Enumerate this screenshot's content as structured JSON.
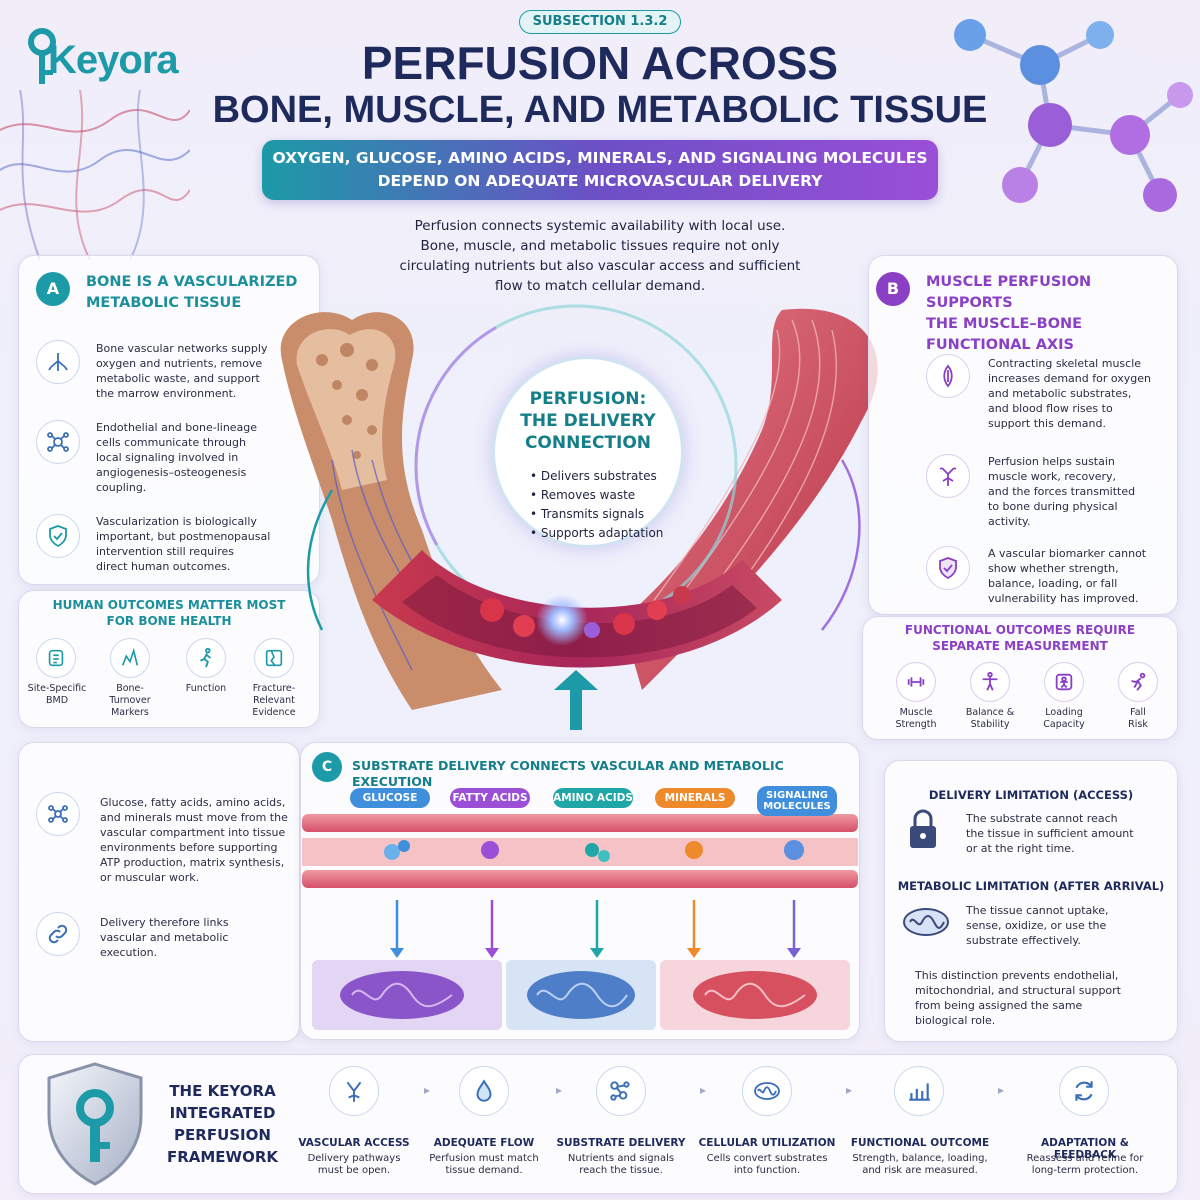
{
  "brand": {
    "name": "Keyora"
  },
  "header": {
    "subsection": "SUBSECTION 1.3.2",
    "title_line1": "PERFUSION ACROSS",
    "title_line2": "BONE, MUSCLE, AND METABOLIC TISSUE",
    "banner_line1": "OXYGEN, GLUCOSE, AMINO ACIDS, MINERALS, AND SIGNALING MOLECULES",
    "banner_line2": "DEPEND ON ADEQUATE MICROVASCULAR DELIVERY",
    "intro_line1": "Perfusion connects systemic availability with local use.",
    "intro_line2": "Bone, muscle, and metabolic tissues require not only",
    "intro_line3": "circulating nutrients but also vascular access and sufficient",
    "intro_line4": "flow to match cellular demand."
  },
  "panel_a": {
    "badge": "A",
    "title_line1": "BONE IS A VASCULARIZED",
    "title_line2": "METABOLIC TISSUE",
    "items": [
      {
        "icon": "vessel-network-icon",
        "lines": [
          "Bone vascular networks supply",
          "oxygen and nutrients, remove",
          "metabolic waste, and support",
          "the marrow environment."
        ]
      },
      {
        "icon": "cell-signaling-icon",
        "lines": [
          "Endothelial and bone-lineage",
          "cells communicate through",
          "local signaling involved in",
          "angiogenesis–osteogenesis",
          "coupling."
        ]
      },
      {
        "icon": "shield-check-icon",
        "lines": [
          "Vascularization is biologically",
          "important, but postmenopausal",
          "intervention still requires",
          "direct human outcomes."
        ]
      }
    ],
    "outcomes_title_line1": "HUMAN OUTCOMES MATTER MOST",
    "outcomes_title_line2": "FOR BONE HEALTH",
    "outcomes": [
      {
        "icon": "bmd-icon",
        "lines": [
          "Site-Specific",
          "BMD"
        ]
      },
      {
        "icon": "marker-icon",
        "lines": [
          "Bone-Turnover",
          "Markers"
        ]
      },
      {
        "icon": "function-icon",
        "lines": [
          "Function"
        ]
      },
      {
        "icon": "fracture-icon",
        "lines": [
          "Fracture-",
          "Relevant",
          "Evidence"
        ]
      }
    ]
  },
  "panel_b": {
    "badge": "B",
    "title_line1": "MUSCLE PERFUSION SUPPORTS",
    "title_line2": "THE MUSCLE–BONE",
    "title_line3": "FUNCTIONAL AXIS",
    "items": [
      {
        "icon": "muscle-icon",
        "lines": [
          "Contracting skeletal muscle",
          "increases demand for oxygen",
          "and metabolic substrates,",
          "and blood flow rises to",
          "support this demand."
        ]
      },
      {
        "icon": "vessel-branch-icon",
        "lines": [
          "Perfusion helps sustain",
          "muscle work, recovery,",
          "and the forces transmitted",
          "to bone during physical",
          "activity."
        ]
      },
      {
        "icon": "shield-check-icon",
        "lines": [
          "A vascular biomarker cannot",
          "show whether strength,",
          "balance, loading, or fall",
          "vulnerability has improved."
        ]
      }
    ],
    "outcomes_title_line1": "FUNCTIONAL OUTCOMES REQUIRE",
    "outcomes_title_line2": "SEPARATE MEASUREMENT",
    "outcomes": [
      {
        "icon": "dumbbell-icon",
        "lines": [
          "Muscle",
          "Strength"
        ]
      },
      {
        "icon": "balance-icon",
        "lines": [
          "Balance &",
          "Stability"
        ]
      },
      {
        "icon": "loading-icon",
        "lines": [
          "Loading",
          "Capacity"
        ]
      },
      {
        "icon": "fall-icon",
        "lines": [
          "Fall",
          "Risk"
        ]
      }
    ]
  },
  "center": {
    "title_line1": "PERFUSION:",
    "title_line2": "THE DELIVERY",
    "title_line3": "CONNECTION",
    "bullets": [
      "Delivers substrates",
      "Removes waste",
      "Transmits signals",
      "Supports adaptation"
    ]
  },
  "panel_c": {
    "badge": "C",
    "title": "SUBSTRATE DELIVERY CONNECTS VASCULAR AND METABOLIC EXECUTION",
    "substrates": [
      {
        "label": "GLUCOSE",
        "color": "#3f8fdc"
      },
      {
        "label": "FATTY ACIDS",
        "color": "#9b4fd6"
      },
      {
        "label": "AMINO ACIDS",
        "color": "#1fa6a6"
      },
      {
        "label": "MINERALS",
        "color": "#ee8a2b"
      },
      {
        "label_line1": "SIGNALING",
        "label_line2": "MOLECULES",
        "color": "#3f8fdc"
      }
    ],
    "left_items": [
      {
        "icon": "molecule-icon",
        "lines": [
          "Glucose, fatty acids, amino acids,",
          "and minerals must move from the",
          "vascular compartment into tissue",
          "environments before supporting",
          "ATP production, matrix synthesis,",
          "or muscular work."
        ]
      },
      {
        "icon": "link-icon",
        "lines": [
          "Delivery therefore links",
          "vascular and metabolic",
          "execution."
        ]
      }
    ]
  },
  "limitations": {
    "delivery_title": "DELIVERY LIMITATION (ACCESS)",
    "delivery_lines": [
      "The substrate cannot reach",
      "the tissue in sufficient amount",
      "or at the right time."
    ],
    "metabolic_title": "METABOLIC LIMITATION (AFTER ARRIVAL)",
    "metabolic_lines": [
      "The tissue cannot uptake,",
      "sense, oxidize, or use the",
      "substrate effectively."
    ],
    "note_lines": [
      "This distinction prevents endothelial,",
      "mitochondrial, and structural support",
      "from being assigned the same",
      "biological role."
    ]
  },
  "framework": {
    "title_line1": "THE KEYORA",
    "title_line2": "INTEGRATED",
    "title_line3": "PERFUSION",
    "title_line4": "FRAMEWORK",
    "steps": [
      {
        "icon": "vascular-access-icon",
        "title": "VASCULAR ACCESS",
        "lines": [
          "Delivery pathways",
          "must be open."
        ]
      },
      {
        "icon": "drop-icon",
        "title": "ADEQUATE FLOW",
        "lines": [
          "Perfusion must match",
          "tissue demand."
        ]
      },
      {
        "icon": "molecules-icon",
        "title": "SUBSTRATE DELIVERY",
        "lines": [
          "Nutrients and signals",
          "reach the tissue."
        ]
      },
      {
        "icon": "mitochondria-icon",
        "title": "CELLULAR UTILIZATION",
        "lines": [
          "Cells convert substrates",
          "into function."
        ]
      },
      {
        "icon": "bar-chart-icon",
        "title": "FUNCTIONAL OUTCOME",
        "lines": [
          "Strength, balance, loading,",
          "and risk are measured."
        ]
      },
      {
        "icon": "cycle-arrows-icon",
        "title": "ADAPTATION & FEEDBACK",
        "lines": [
          "Reassess and refine for",
          "long-term protection."
        ]
      }
    ]
  },
  "colors": {
    "teal": "#1c9aa7",
    "purple": "#8a3fc4",
    "navy": "#1f2a5c"
  }
}
